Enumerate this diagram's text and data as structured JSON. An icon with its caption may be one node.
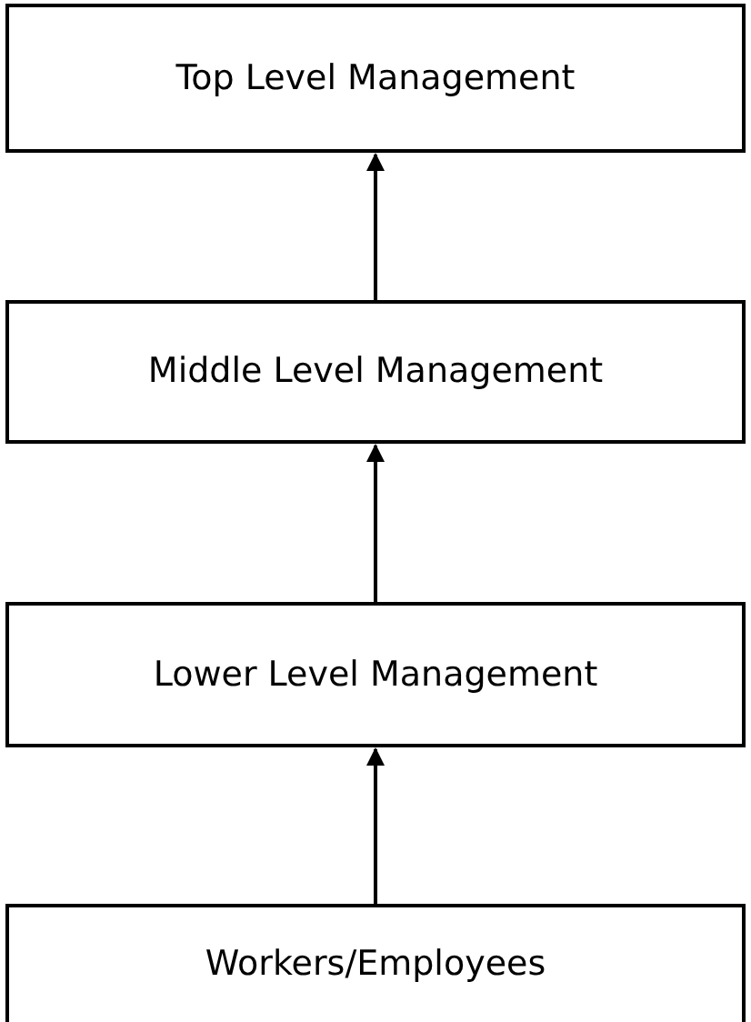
{
  "diagram": {
    "nodes": [
      {
        "text": [
          "Top Level Management"
        ]
      },
      {
        "text": [
          "Middle Level Management"
        ]
      },
      {
        "text": [
          "Lower Level Management"
        ]
      },
      {
        "text": [
          "Workers/Employees"
        ]
      }
    ],
    "edges": [
      {
        "from": 1,
        "to": 0,
        "arrow": "to"
      },
      {
        "from": 2,
        "to": 1,
        "arrow": "to"
      },
      {
        "from": 3,
        "to": 2,
        "arrow": "to"
      }
    ]
  }
}
